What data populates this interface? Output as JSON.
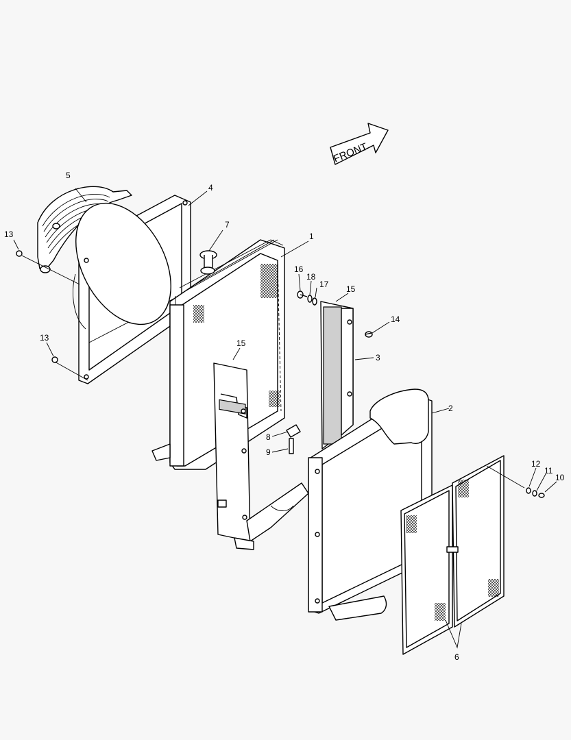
{
  "front_arrow": {
    "label": "FRONT"
  },
  "callouts": [
    {
      "id": "1",
      "label": "1"
    },
    {
      "id": "2",
      "label": "2"
    },
    {
      "id": "3",
      "label": "3"
    },
    {
      "id": "4",
      "label": "4"
    },
    {
      "id": "5",
      "label": "5"
    },
    {
      "id": "6",
      "label": "6"
    },
    {
      "id": "7",
      "label": "7"
    },
    {
      "id": "8",
      "label": "8"
    },
    {
      "id": "9",
      "label": "9"
    },
    {
      "id": "10",
      "label": "10"
    },
    {
      "id": "11",
      "label": "11"
    },
    {
      "id": "12",
      "label": "12"
    },
    {
      "id": "13a",
      "label": "13"
    },
    {
      "id": "13b",
      "label": "13"
    },
    {
      "id": "14",
      "label": "14"
    },
    {
      "id": "15a",
      "label": "15"
    },
    {
      "id": "15b",
      "label": "15"
    },
    {
      "id": "16",
      "label": "16"
    },
    {
      "id": "17",
      "label": "17"
    },
    {
      "id": "18",
      "label": "18"
    }
  ]
}
